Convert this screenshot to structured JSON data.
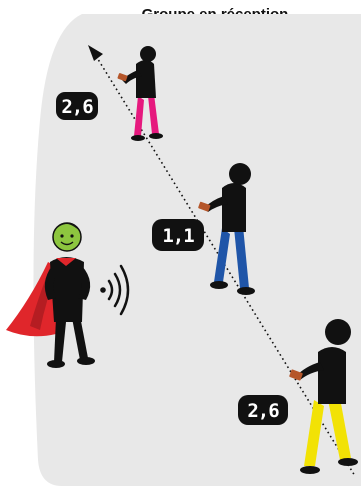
{
  "title": "Groupe en réception",
  "panel_color": "#e8e8e8",
  "readings": {
    "top": "2,6",
    "middle": "1,1",
    "bottom": "2,6"
  },
  "presenter": {
    "face_color": "#8dc63f",
    "cape_color": "#e0262b"
  },
  "walkers": {
    "top_pants_color": "#e6197e",
    "middle_pants_color": "#1f55a8",
    "bottom_pants_color": "#f2e205"
  },
  "icons": {
    "signal": "wireless-signal-icon",
    "direction": "arrow-icon"
  }
}
